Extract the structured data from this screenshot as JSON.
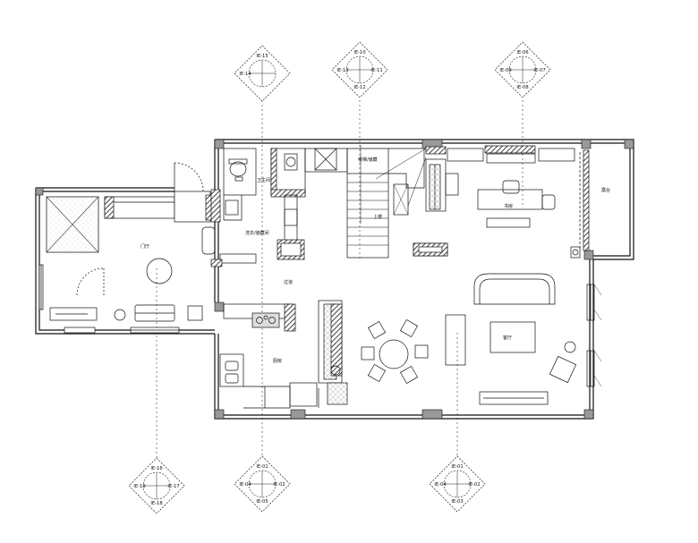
{
  "markers": [
    {
      "id": "top-left",
      "quads": [
        "IE-15",
        "IE-14",
        "",
        ""
      ]
    },
    {
      "id": "top-mid",
      "quads": [
        "IE-10",
        "IE-13",
        "IE-11",
        "IE-12"
      ]
    },
    {
      "id": "top-right",
      "quads": [
        "IE-06",
        "IE-09",
        "IE-07",
        "IE-08"
      ]
    },
    {
      "id": "bottom-left",
      "quads": [
        "IE-16",
        "IE-19",
        "IE-17",
        "IE-18"
      ]
    },
    {
      "id": "bottom-mid",
      "quads": [
        "IE-01",
        "IE-04",
        "IE-02",
        "IE-05"
      ]
    },
    {
      "id": "bottom-right",
      "quads": [
        "IE-01",
        "IE-04",
        "IE-02",
        "IE-03"
      ]
    }
  ],
  "rooms": {
    "foyer": "门厅",
    "wc": "卫生间",
    "utility": "洗衣/储藏间",
    "hall": "过道",
    "upstairs": "上楼",
    "stair_note": "楼梯/储藏",
    "study": "书房",
    "terrace": "露台",
    "kitchen": "厨房",
    "living": "客厅"
  }
}
